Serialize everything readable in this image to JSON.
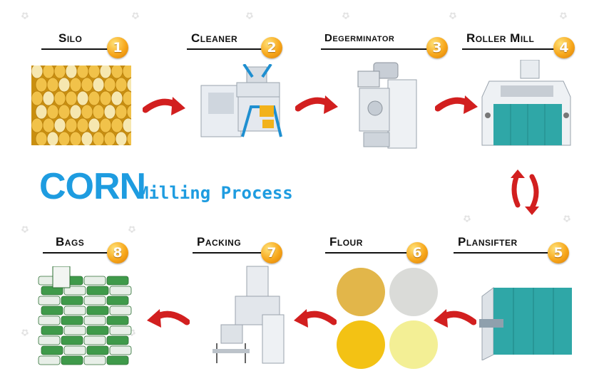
{
  "title": {
    "main": "CORN",
    "sub": "Milling Process"
  },
  "colors": {
    "title": "#1e9ce0",
    "arrow": "#d21f1f",
    "badge": "#f7a71b",
    "machine_teal": "#2fa7a7"
  },
  "steps": [
    {
      "number": "1",
      "label": "Silo"
    },
    {
      "number": "2",
      "label": "Cleaner"
    },
    {
      "number": "3",
      "label": "Degerminator"
    },
    {
      "number": "4",
      "label": "Roller Mill"
    },
    {
      "number": "5",
      "label": "Plansifter"
    },
    {
      "number": "6",
      "label": "Flour"
    },
    {
      "number": "7",
      "label": "Packing"
    },
    {
      "number": "8",
      "label": "Bags"
    }
  ]
}
